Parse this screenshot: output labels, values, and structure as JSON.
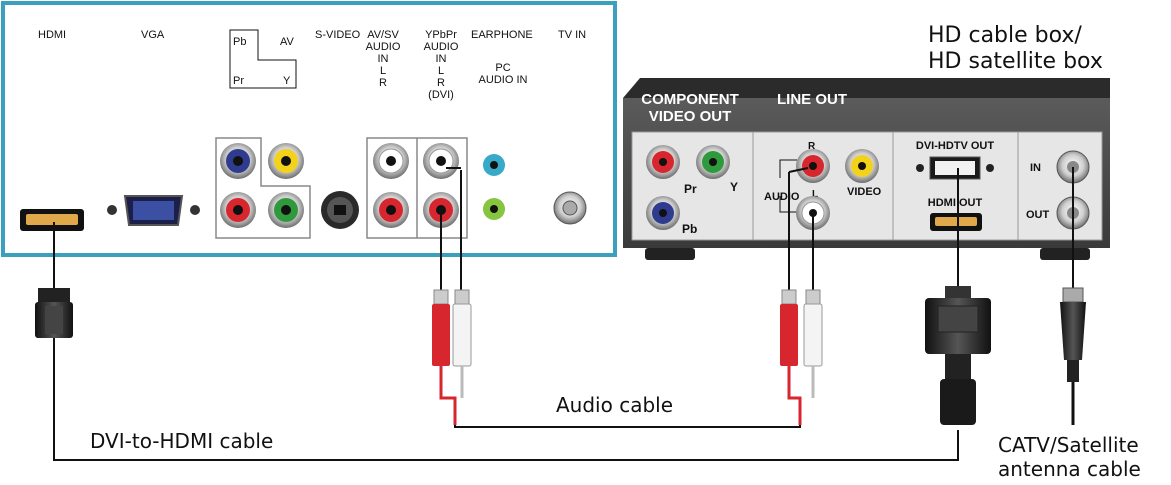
{
  "tv_panel": {
    "hdmi": "HDMI",
    "vga": "VGA",
    "pb": "Pb",
    "av": "AV",
    "pr": "Pr",
    "y": "Y",
    "svideo": "S-VIDEO",
    "avsv_audio": [
      "AV/SV",
      "AUDIO",
      "IN",
      "L",
      "R"
    ],
    "ypbpr_audio": [
      "YPbPr",
      "AUDIO",
      "IN",
      "L",
      "R",
      "(DVI)"
    ],
    "earphone": "EARPHONE",
    "pc_audio": [
      "PC",
      "AUDIO IN"
    ],
    "tv_in": "TV IN"
  },
  "box": {
    "title": [
      "HD cable box/",
      "HD satellite box"
    ],
    "component_video_out": [
      "COMPONENT",
      "VIDEO OUT"
    ],
    "line_out": "LINE OUT",
    "pr": "Pr",
    "y": "Y",
    "pb": "Pb",
    "r": "R",
    "l": "L",
    "audio": "AUDIO",
    "video": "VIDEO",
    "dvi_hdtv_out": "DVI-HDTV OUT",
    "hdmi_out": "HDMI OUT",
    "in": "IN",
    "out": "OUT"
  },
  "cables": {
    "audio_cable": "Audio cable",
    "dvi_hdmi_cable": "DVI-to-HDMI cable",
    "catv": [
      "CATV/Satellite",
      "antenna cable"
    ]
  },
  "colors": {
    "tv_border": "#3aa0bd",
    "box_body": "#4a4a4a",
    "red": "#d7262e",
    "green": "#2f9a3c",
    "yellow": "#f2d21b",
    "blue": "#2e3b8f",
    "cyan": "#39a9c9",
    "lime": "#87c440"
  }
}
